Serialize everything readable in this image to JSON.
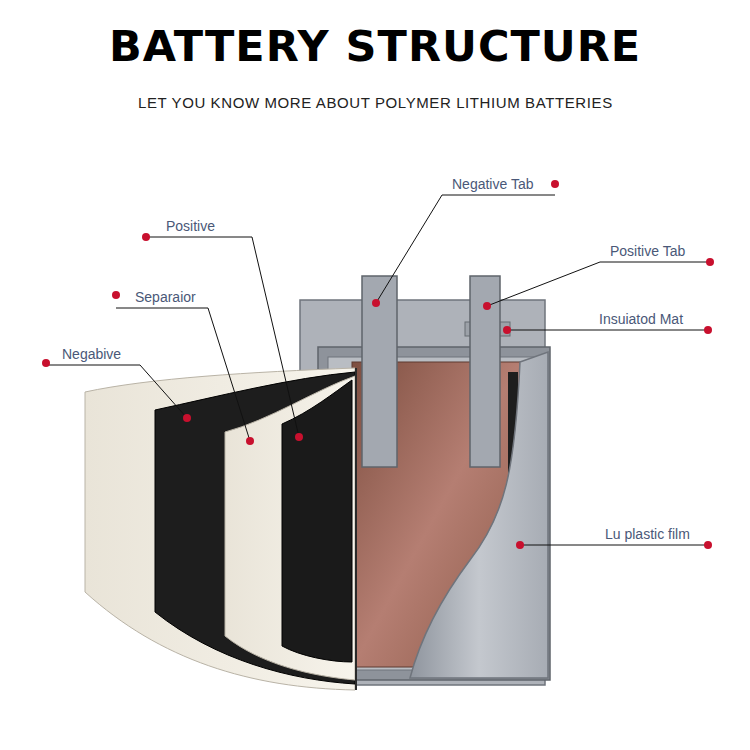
{
  "diagram": {
    "title": "BATTERY STRUCTURE",
    "caption": "LET YOU KNOW MORE ABOUT POLYMER LITHIUM BATTERIES",
    "labels": [
      "Negative Tab",
      "Positive",
      "Positive Tab",
      "Separaior",
      "Insuiatod Mat",
      "Negabive",
      "Lu plastic film"
    ]
  }
}
